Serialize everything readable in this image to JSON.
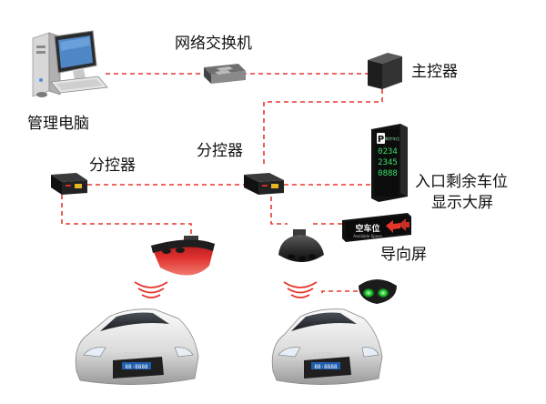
{
  "labels": {
    "management_pc": "管理电脑",
    "network_switch": "网络交换机",
    "main_controller": "主控器",
    "sub_controller_left": "分控器",
    "sub_controller_center": "分控器",
    "entrance_display_line1": "入口剩余车位",
    "entrance_display_line2": "显示大屏",
    "guide_screen": "导向屏"
  },
  "display_board": {
    "header": "P",
    "small_caption": "剩余车位",
    "rows": [
      "0234",
      "2345",
      "0888"
    ]
  },
  "guide_screen_text": {
    "main": "空车位",
    "sub": "Available Space"
  },
  "car_plates": [
    "88·8888",
    "88·8888"
  ],
  "colors": {
    "link_line": "#e8352b",
    "red_sensor": "#d9262a",
    "green_indicator": "#2fcf3c",
    "device_dark": "#1b1b1b"
  }
}
